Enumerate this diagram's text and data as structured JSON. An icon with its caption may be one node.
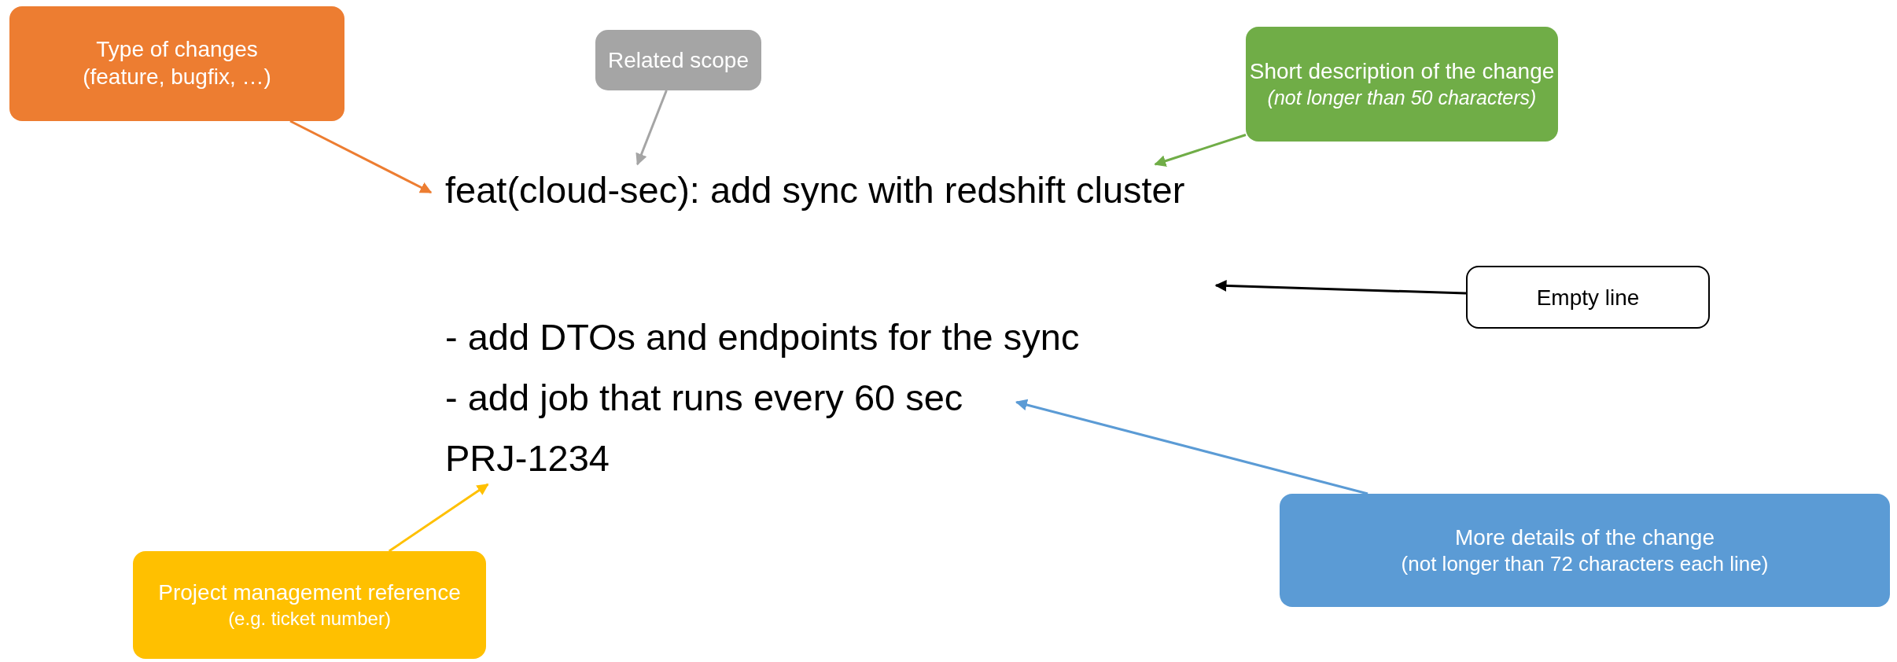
{
  "diagram": {
    "nodes": [
      {
        "text": [
          "Type of changes",
          "(feature, bugfix, …)"
        ]
      },
      {
        "text": [
          "Related scope"
        ]
      },
      {
        "text": [
          "Short description of the change",
          "(not longer than 50 characters)"
        ]
      },
      {
        "text": [
          "Empty line"
        ]
      },
      {
        "text": [
          "More details of the change",
          "(not longer than 72 characters each line)"
        ]
      },
      {
        "text": [
          "Project management reference",
          "(e.g. ticket number)"
        ]
      },
      {
        "text": [
          "feat(cloud-sec): add sync with redshift cluster"
        ]
      },
      {
        "text": [
          "- add DTOs and endpoints for the sync"
        ]
      },
      {
        "text": [
          "- add job that runs every 60 sec"
        ]
      },
      {
        "text": [
          "PRJ-1234"
        ]
      }
    ],
    "edges": [
      {
        "from": 0,
        "to": 6,
        "arrow": "to",
        "color": "#ed7d31"
      },
      {
        "from": 1,
        "to": 6,
        "arrow": "to",
        "color": "#a5a5a5"
      },
      {
        "from": 2,
        "to": 6,
        "arrow": "to",
        "color": "#70ad47"
      },
      {
        "from": 3,
        "to": null,
        "arrow": "to",
        "color": "#000000"
      },
      {
        "from": 4,
        "to": 8,
        "arrow": "to",
        "color": "#5b9bd5"
      },
      {
        "from": 5,
        "to": 9,
        "arrow": "to",
        "color": "#ffc000"
      }
    ]
  }
}
